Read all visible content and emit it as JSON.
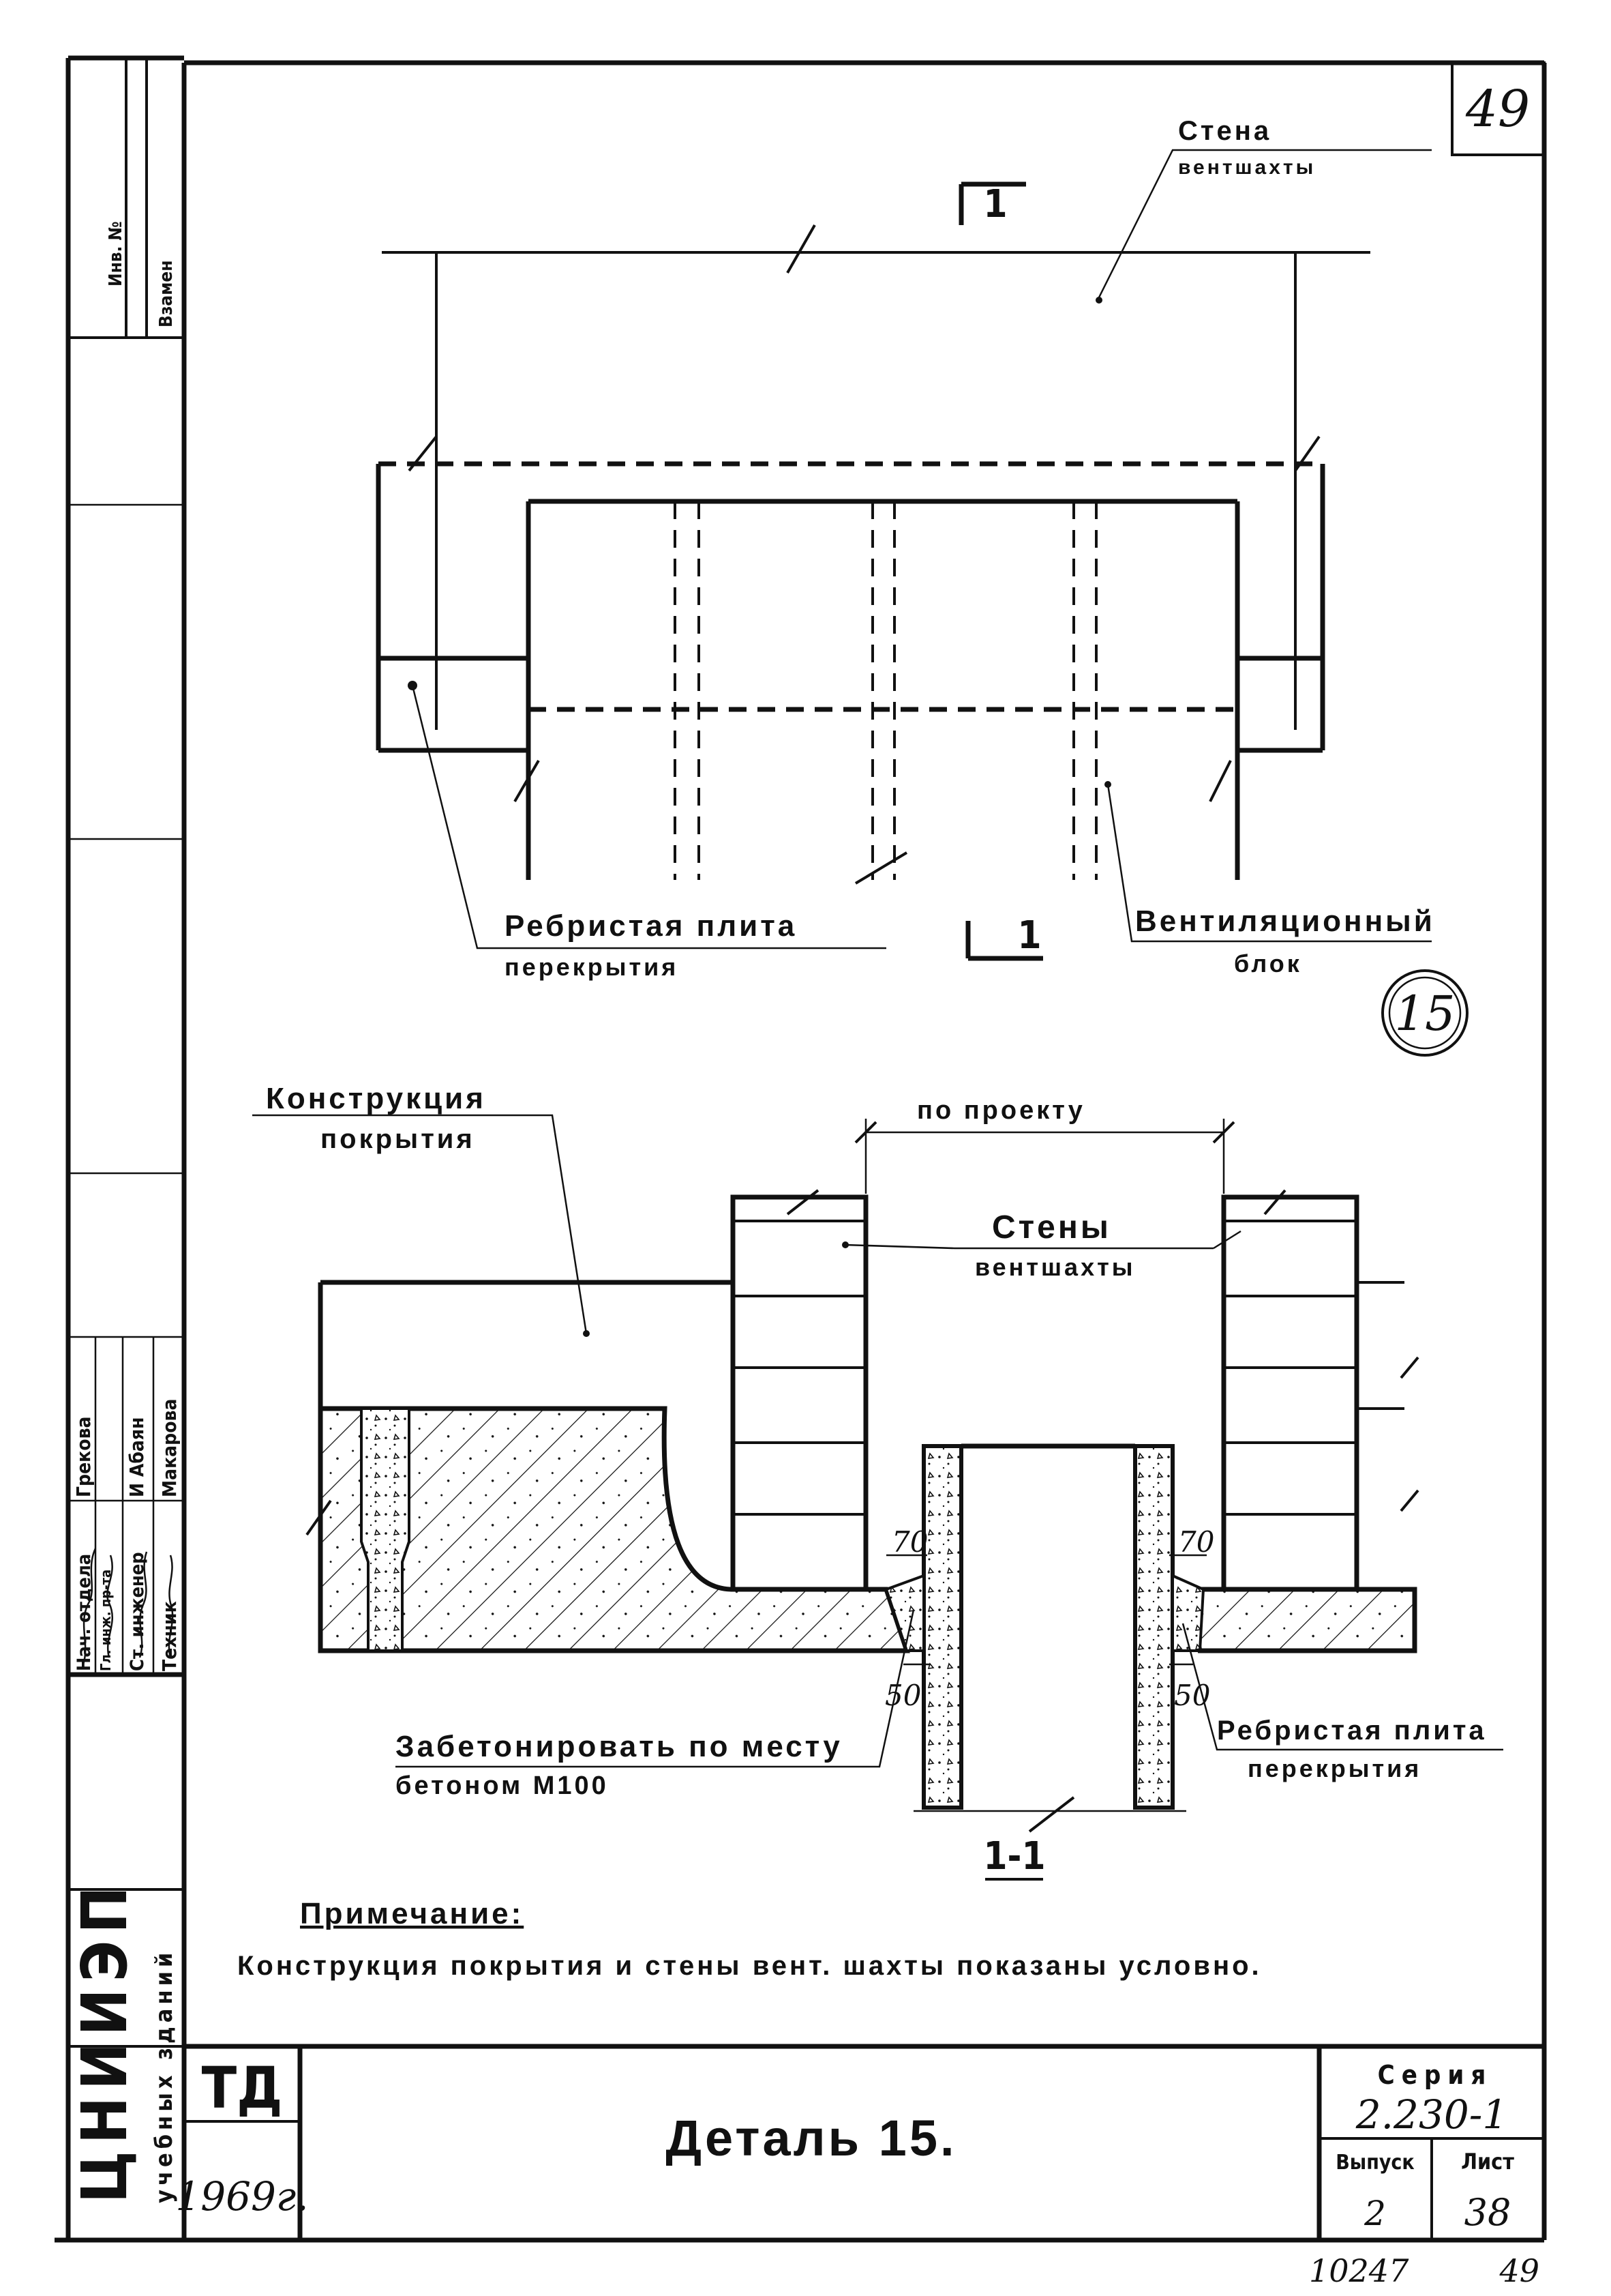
{
  "sheet_number_top": "49",
  "bottom_numbers": {
    "left": "10247",
    "right": "49"
  },
  "plan": {
    "section_mark_top": "1",
    "section_mark_bottom": "1",
    "label_wall_line1": "Стена",
    "label_wall_line2": "вентшахты",
    "label_slab_line1": "Ребристая плита",
    "label_slab_line2": "перекрытия",
    "label_block_line1": "Вентиляционный",
    "label_block_line2": "блок",
    "detail_number": "15"
  },
  "section": {
    "label_roof_line1": "Конструкция",
    "label_roof_line2": "покрытия",
    "label_project": "по проекту",
    "label_walls_line1": "Стены",
    "label_walls_line2": "вентшахты",
    "dim_left_top": "70",
    "dim_right_top": "70",
    "dim_left_bottom": "50",
    "dim_right_bottom": "50",
    "label_concrete_line1": "Забетонировать по месту",
    "label_concrete_line2": "бетоном М100",
    "label_slab_line1": "Ребристая плита",
    "label_slab_line2": "перекрытия",
    "section_title": "1-1"
  },
  "note": {
    "heading": "Примечание:",
    "text": "Конструкция покрытия и стены вент. шахты показаны условно."
  },
  "side_stamp": {
    "roles": [
      "Нач. отдела",
      "Гл. инж. пр-та",
      "Ст. инженер",
      "Техник"
    ],
    "names": [
      "Грекова",
      "И Абаян",
      "Макарова"
    ],
    "organization_line1": "ЦНИИЭП",
    "organization_line2": "учебных зданий",
    "top_box_labels": [
      "Инв. №",
      "Взамен"
    ]
  },
  "title_block": {
    "code": "ТД",
    "year": "1969г.",
    "title": "Деталь 15.",
    "series_label": "Серия",
    "series_value": "2.230-1",
    "issue_label": "Выпуск",
    "issue_value": "2",
    "sheet_label": "Лист",
    "sheet_value": "38"
  }
}
